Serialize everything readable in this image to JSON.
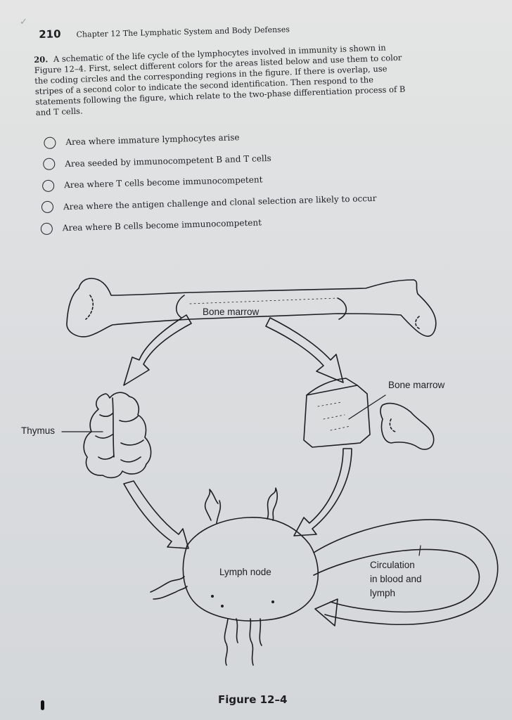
{
  "header": {
    "page_number": "210",
    "chapter": "Chapter 12  The Lymphatic System and Body Defenses"
  },
  "question": {
    "number": "20.",
    "text": "A schematic of the life cycle of the lymphocytes involved in immunity is shown in Figure 12–4. First, select different colors for the areas listed below and use them to color the coding circles and the corresponding regions in the figure. If there is overlap, use stripes of a second color to indicate the second identification. Then respond to the statements following the figure, which relate to the two-phase differentiation process of B and T cells."
  },
  "options": [
    {
      "label": "Area where immature lymphocytes arise"
    },
    {
      "label": "Area seeded by immunocompetent B and T cells"
    },
    {
      "label": "Area where T cells become immunocompetent"
    },
    {
      "label": "Area where the antigen challenge and clonal selection are likely to occur"
    },
    {
      "label": "Area where B cells become immunocompetent"
    }
  ],
  "figure": {
    "labels": {
      "bone_marrow_top": "Bone marrow",
      "bone_marrow_side": "Bone marrow",
      "thymus": "Thymus",
      "lymph_node": "Lymph node",
      "circulation": [
        "Circulation",
        "in blood and",
        "lymph"
      ]
    },
    "caption": "Figure 12–4"
  },
  "colors": {
    "ink": "#1e1e22",
    "paper": "#dcdee0"
  }
}
